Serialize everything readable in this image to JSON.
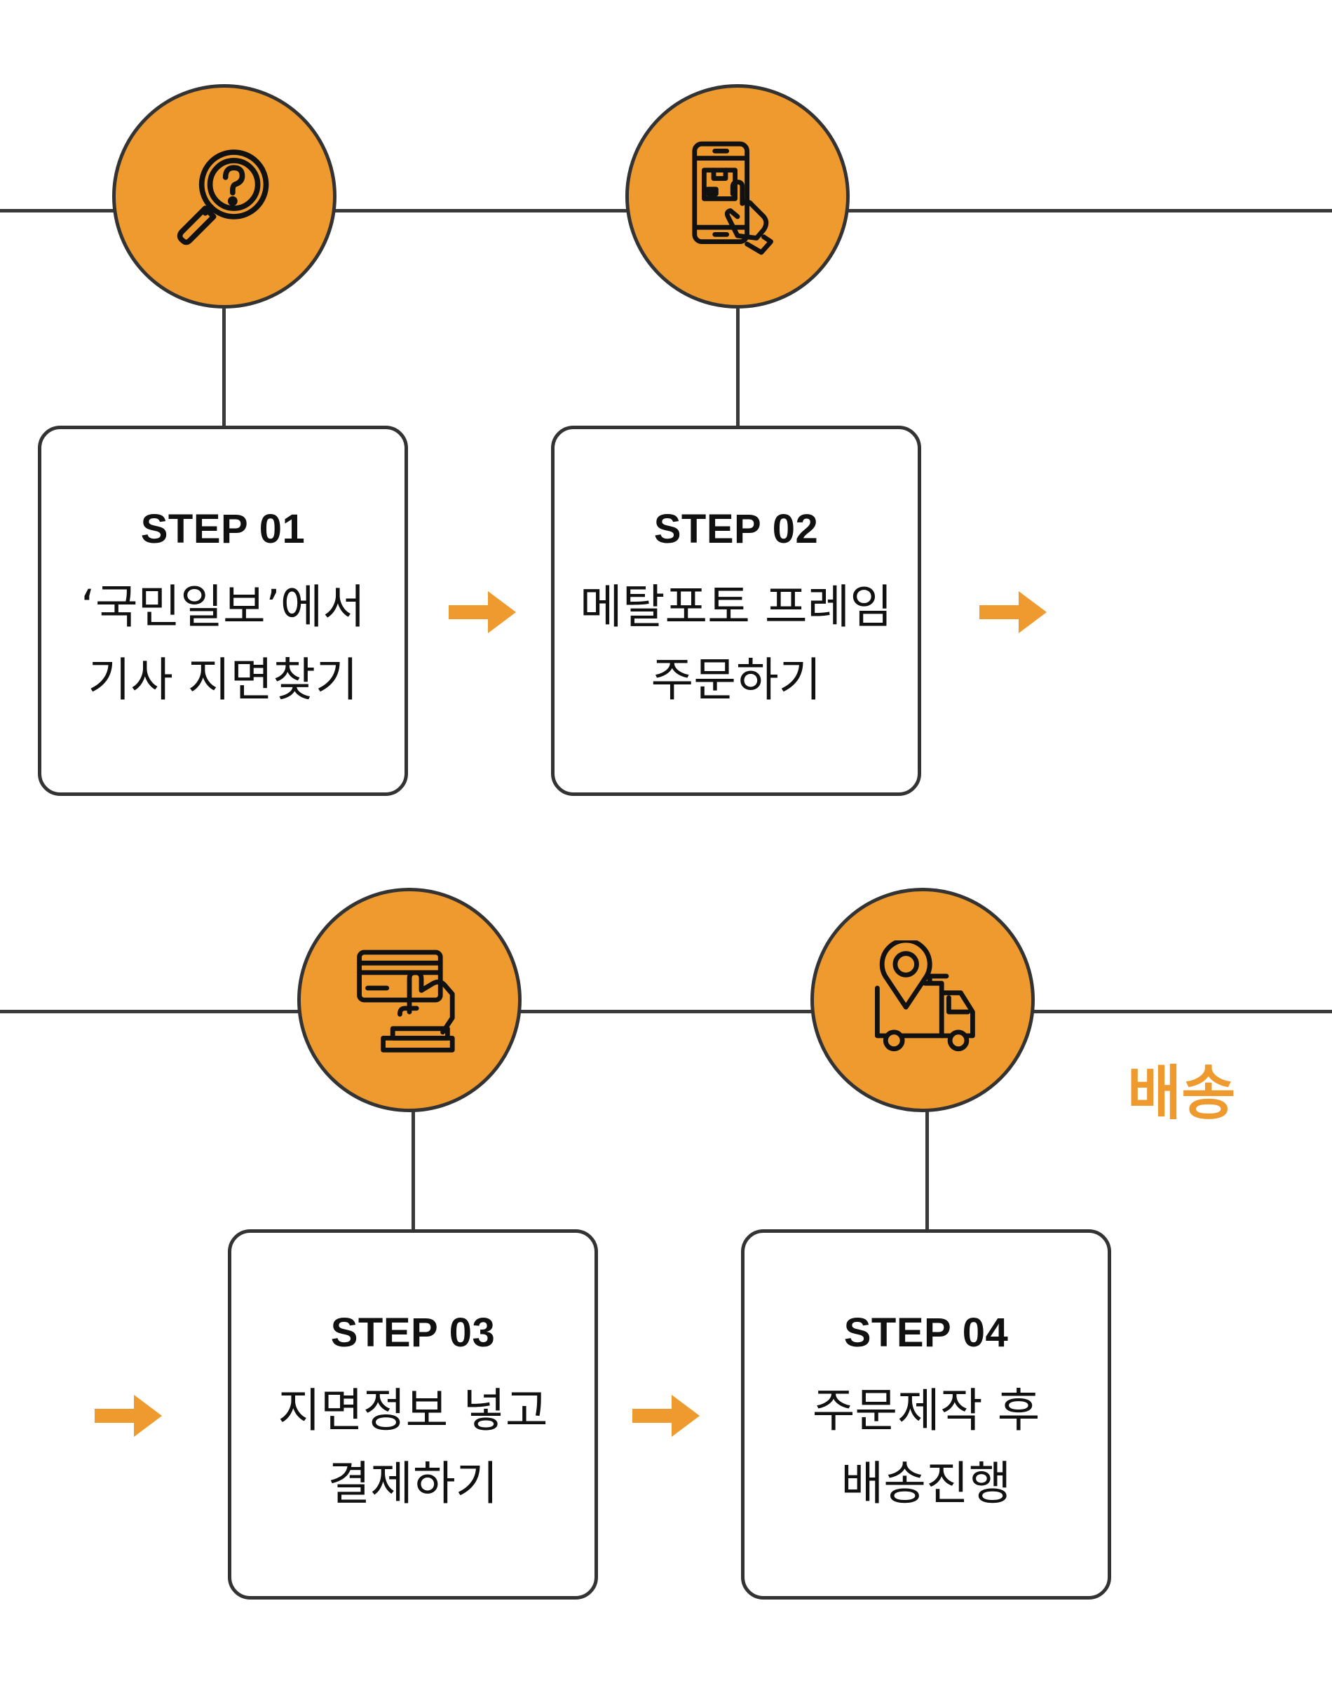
{
  "colors": {
    "accent": "#EE9A2F",
    "line": "#3a3a3a"
  },
  "steps": [
    {
      "label": "STEP 01",
      "line1": "‘국민일보’에서",
      "line2": "기사 지면찾기",
      "icon": "search-question-icon"
    },
    {
      "label": "STEP 02",
      "line1": "메탈포토 프레임",
      "line2": "주문하기",
      "icon": "mobile-order-icon"
    },
    {
      "label": "STEP 03",
      "line1": "지면정보 넣고",
      "line2": "결제하기",
      "icon": "card-payment-icon"
    },
    {
      "label": "STEP 04",
      "line1": "주문제작 후",
      "line2": "배송진행",
      "icon": "delivery-truck-icon"
    }
  ],
  "delivery_label": "배송"
}
